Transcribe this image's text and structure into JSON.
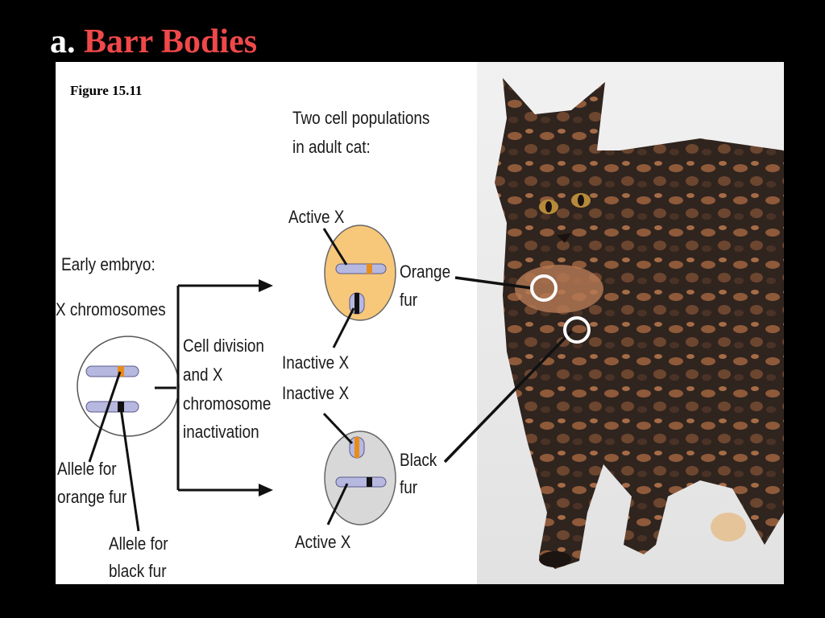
{
  "slide": {
    "title_prefix": "a.",
    "title_main": "Barr Bodies",
    "figure_label": "Figure 15.11"
  },
  "diagram": {
    "early_embryo_line1": "Early embryo:",
    "early_embryo_line2": "X chromosomes",
    "cell_division_lines": [
      "Cell division",
      "and X",
      "chromosome",
      "inactivation"
    ],
    "allele_orange_lines": [
      "Allele for",
      "orange fur"
    ],
    "allele_black_lines": [
      "Allele for",
      "black fur"
    ],
    "populations_lines": [
      "Two cell populations",
      "in adult cat:"
    ],
    "top_cell": {
      "active_label": "Active X",
      "inactive_label": "Inactive X",
      "fur_lines": [
        "Orange",
        "fur"
      ]
    },
    "bottom_cell": {
      "inactive_label": "Inactive X",
      "active_label": "Active X",
      "fur_lines": [
        "Black",
        "fur"
      ]
    }
  },
  "colors": {
    "title_accent": "#f0484a",
    "orange_cell": "#f7c77a",
    "gray_cell": "#d8d8d8",
    "chromosome": "#b7b8e0",
    "orange_band": "#e88d1a",
    "black_band": "#111111",
    "cat_fur_dark": "#2b211c",
    "cat_fur_orange": "#a0643f"
  }
}
